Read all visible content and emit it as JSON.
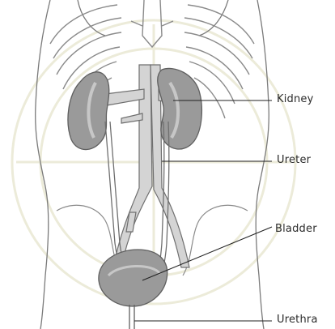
{
  "labels": {
    "kidney": "Kidney",
    "ureter": "Ureter",
    "bladder": "Bladder",
    "urethra": "Urethra"
  },
  "colors": {
    "background": "#ffffff",
    "outline": "#6f6f6f",
    "organ_fill": "#9a9a9a",
    "vessel_fill": "#d4d4d4",
    "watermark": "#ecebd9",
    "text": "#2b2b2b"
  }
}
